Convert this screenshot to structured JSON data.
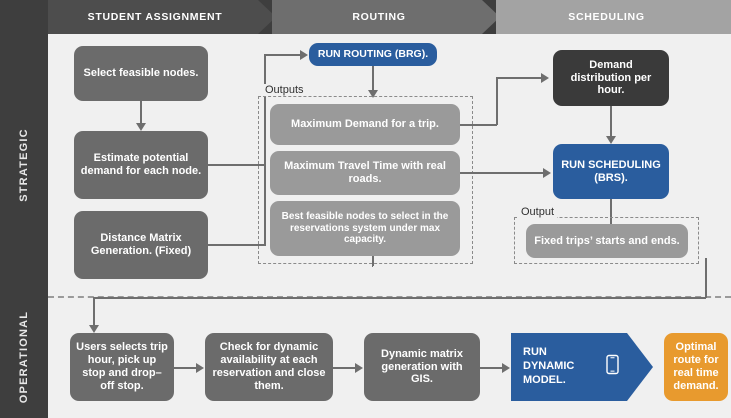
{
  "header": {
    "phases": [
      {
        "label": "STUDENT ASSIGNMENT",
        "color": "#4d4d4d"
      },
      {
        "label": "ROUTING",
        "color": "#6e6e6e"
      },
      {
        "label": "SCHEDULING",
        "color": "#a3a3a3"
      }
    ]
  },
  "rail": {
    "strategic": "STRATEGIC",
    "operational": "OPERATIONAL"
  },
  "strategic": {
    "select_feasible": "Select feasible nodes.",
    "estimate_demand": "Estimate potential demand for each node.",
    "distance_matrix": "Distance Matrix Generation. (Fixed)",
    "run_routing": "RUN ROUTING (BRG).",
    "outputs_label": "Outputs",
    "output_max_demand": "Maximum Demand for a trip.",
    "output_max_travel": "Maximum Travel Time with real roads.",
    "output_best_nodes": "Best feasible nodes to select in the reservations system under max capacity.",
    "demand_distribution": "Demand distribution per hour.",
    "run_scheduling": "RUN SCHEDULING (BRS).",
    "output_label": "Output",
    "output_fixed_trips": "Fixed trips’ starts and ends."
  },
  "operational": {
    "users_select": "Users selects trip hour, pick up stop and drop–off stop.",
    "check_dynamic": "Check for dynamic availability at each reservation and close them.",
    "dynamic_matrix": "Dynamic matrix generation with GIS.",
    "run_dynamic": "RUN\nDYNAMIC\nMODEL.",
    "optimal_route": "Optimal route for real time demand.",
    "phone_icon": "smartphone-icon"
  },
  "colors": {
    "blue": "#2a5d9e",
    "orange": "#e89a2e",
    "dark": "#6b6b6b",
    "darker": "#3a3a3a",
    "mid": "#9a9a9a",
    "rail": "#3e3e3e",
    "canvas": "#f0f0f0"
  }
}
